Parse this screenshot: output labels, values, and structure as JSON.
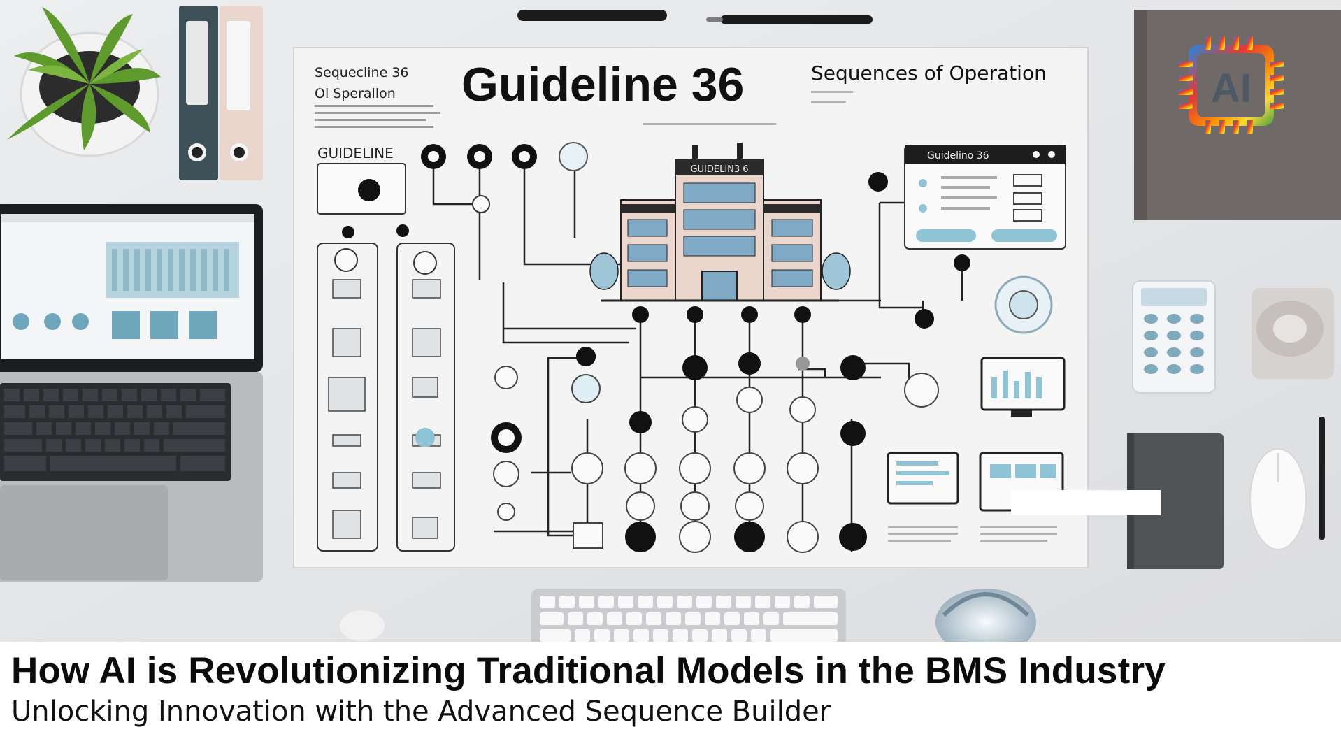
{
  "headline": "How AI is Revolutionizing Traditional Models in the BMS Industry",
  "subheadline": "Unlocking Innovation with the Advanced Sequence Builder",
  "poster": {
    "title": "Guideline 36",
    "subtitle": "Sequences of Operation",
    "corner_title": "Sequecline 36",
    "corner_subtitle": "Ol Sperallon",
    "side_label": "GUIDELINE",
    "building_sign": "GUIDELIN3 6",
    "panel_title": "Guidelino 36"
  },
  "book_badge": "AI",
  "colors": {
    "background": "#e6e7ea",
    "poster": "#f4f4f4",
    "ink": "#111111",
    "accent_blue": "#8fc3d6",
    "book": "#6f6a67",
    "ai_gradient": [
      "#e53935",
      "#fb8c00",
      "#fdd835",
      "#43a047",
      "#1e88e5"
    ]
  }
}
